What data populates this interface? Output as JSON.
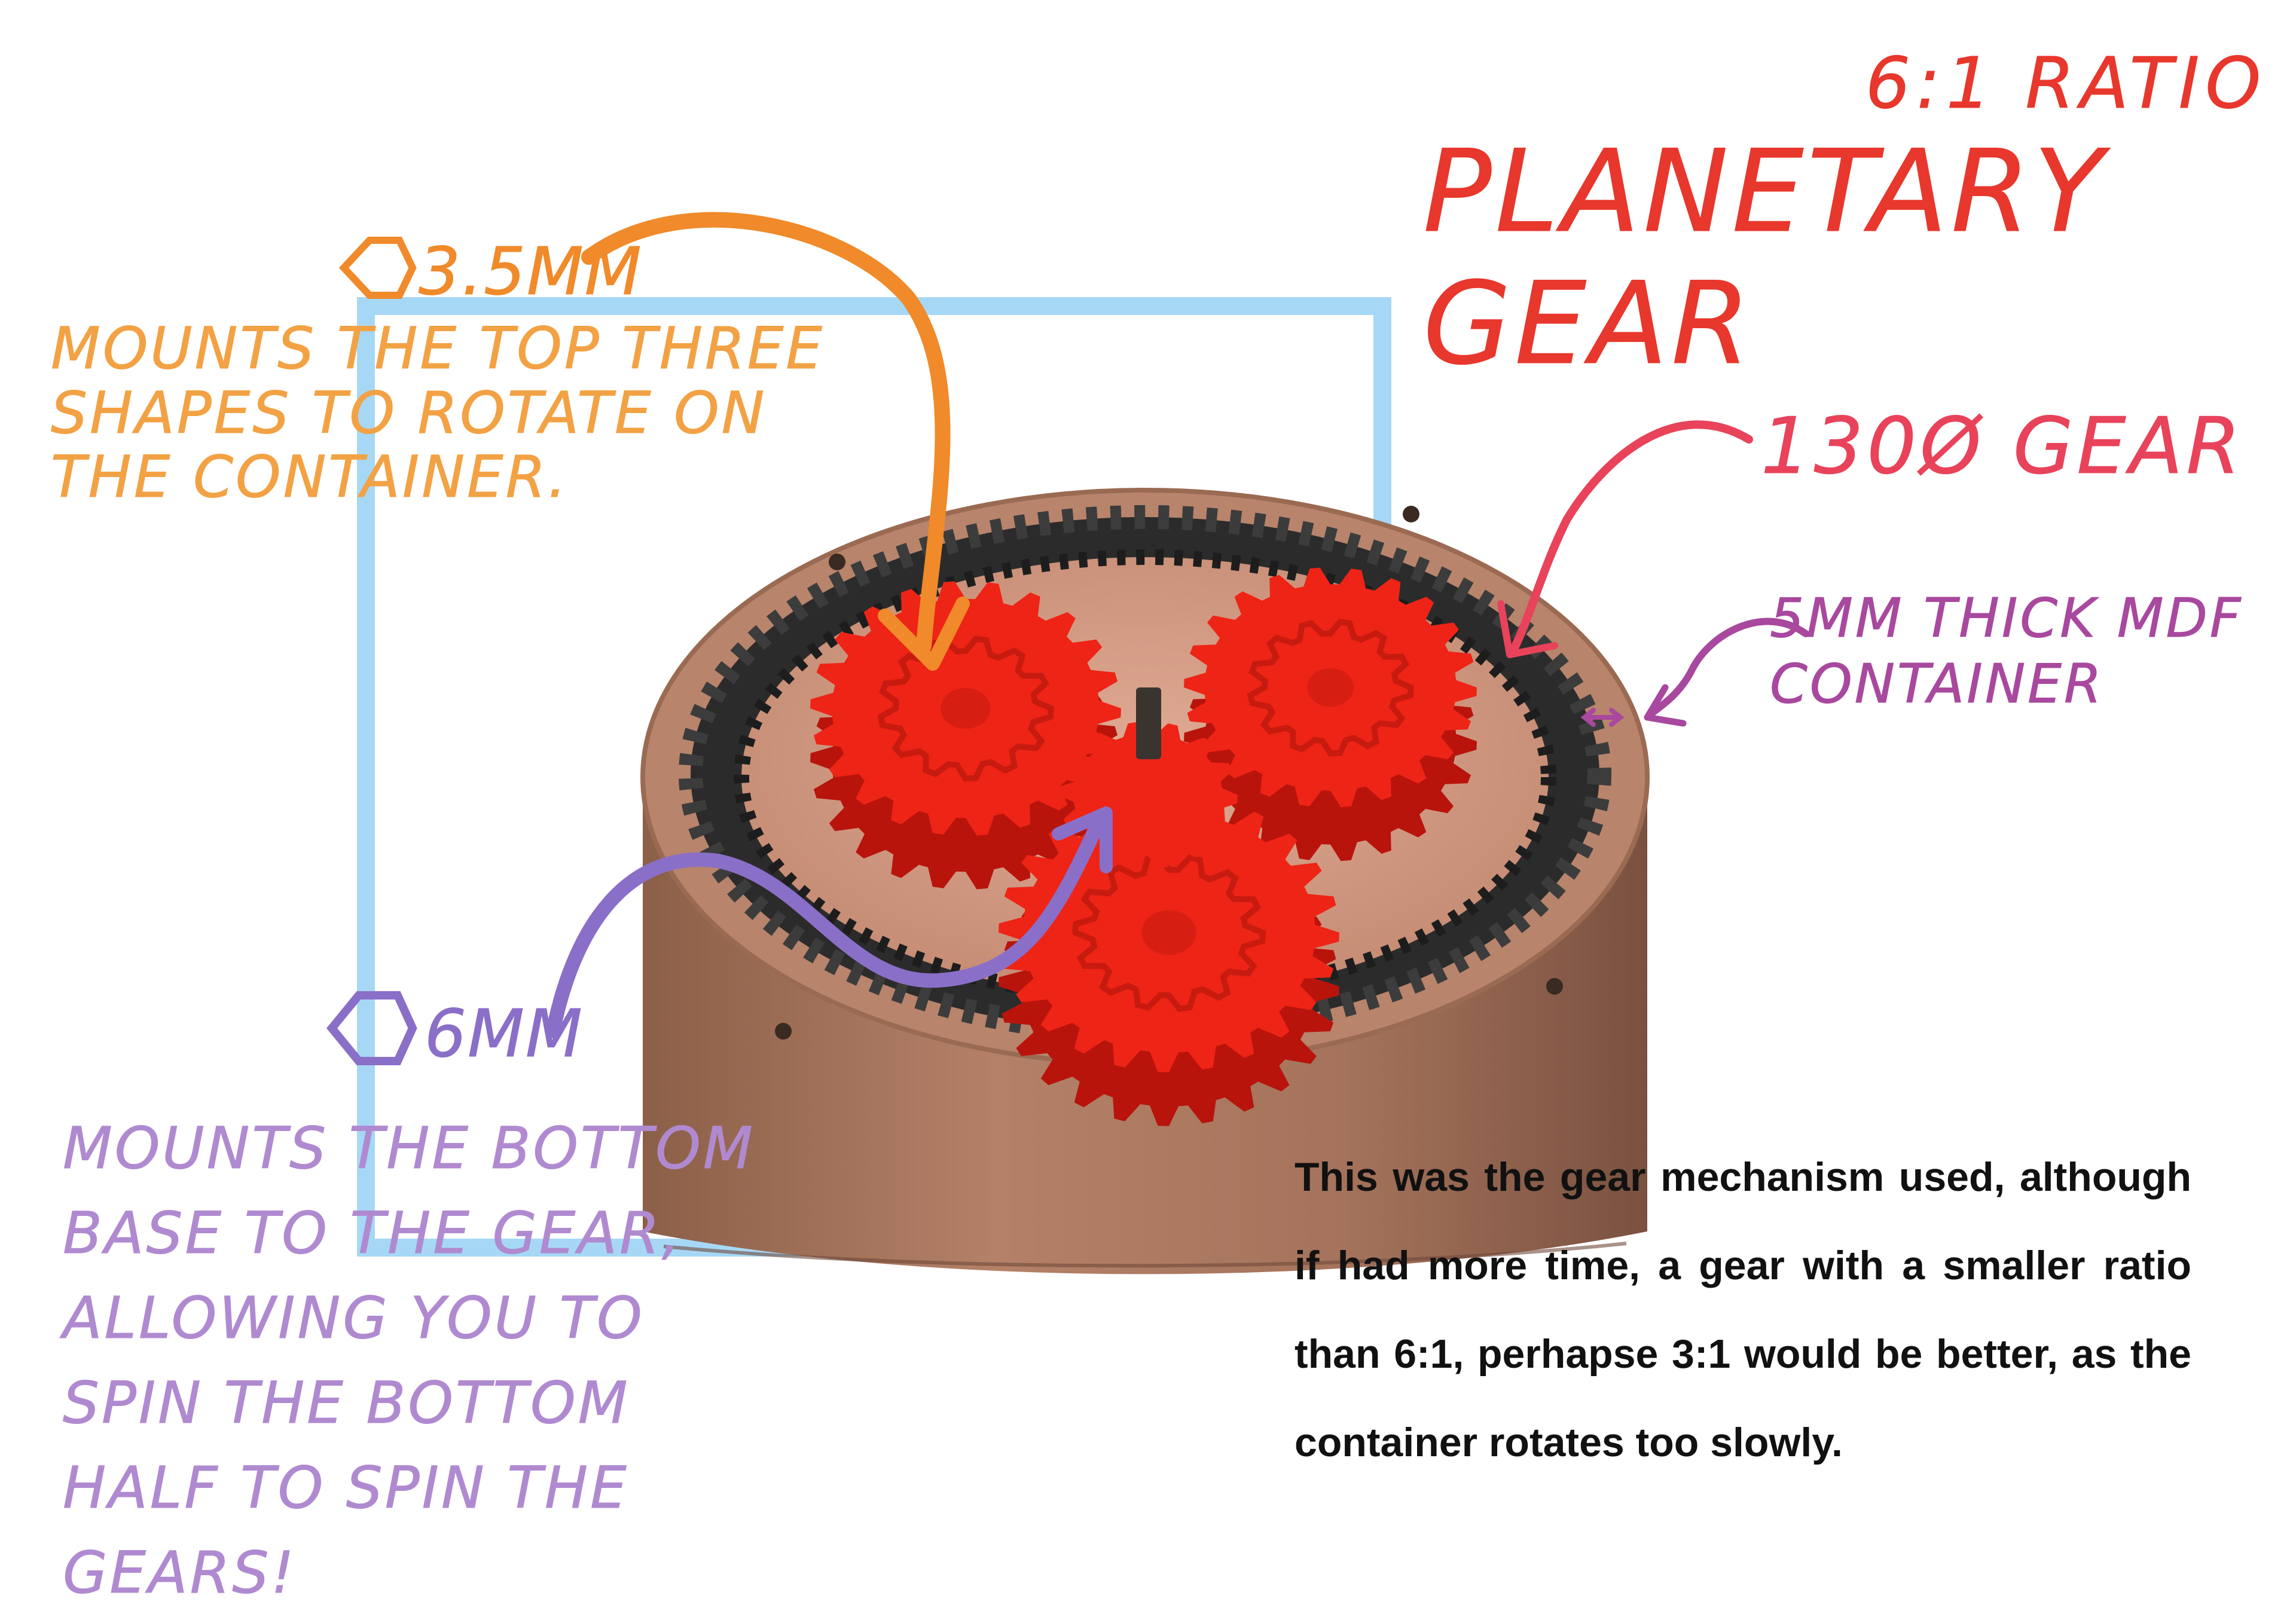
{
  "title": {
    "ratio": "6:1 RATIO",
    "main": "PLANETARY GEAR"
  },
  "annotations": {
    "top_hex": {
      "dimension": "3.5mm",
      "note": "MOUNTS THE TOP THREE SHAPES TO ROTATE ON THE CONTAINER."
    },
    "gear": {
      "label": "130ø GEAR"
    },
    "container": {
      "label": "5mm THICK MDF CONTAINER"
    },
    "bottom_hex": {
      "dimension": "6mm",
      "note": "MOUNTS THE BOTTOM BASE TO THE GEAR, ALLOWING YOU TO SPIN THE BOTTOM HALF TO SPIN THE GEARS!"
    }
  },
  "caption": "This was the gear mechanism used, although if had more time, a gear with a smaller ratio than 6:1, perhapse 3:1 would be better, as the container rotates too slowly.",
  "colors": {
    "title": "#e8372c",
    "orange": "#f2a244",
    "orange_arrow": "#f08a2a",
    "gear_label": "#e8435a",
    "container_label": "#a8489e",
    "purple": "#8a6fc8",
    "blue_frame": "#a6d8f6",
    "mdf": "#a8765c",
    "planet_gears": "#ee2416",
    "ring_gear": "#2b2b2b"
  },
  "icons": [
    "hexagon-icon-orange",
    "hexagon-icon-purple",
    "container-arrow-icon"
  ]
}
